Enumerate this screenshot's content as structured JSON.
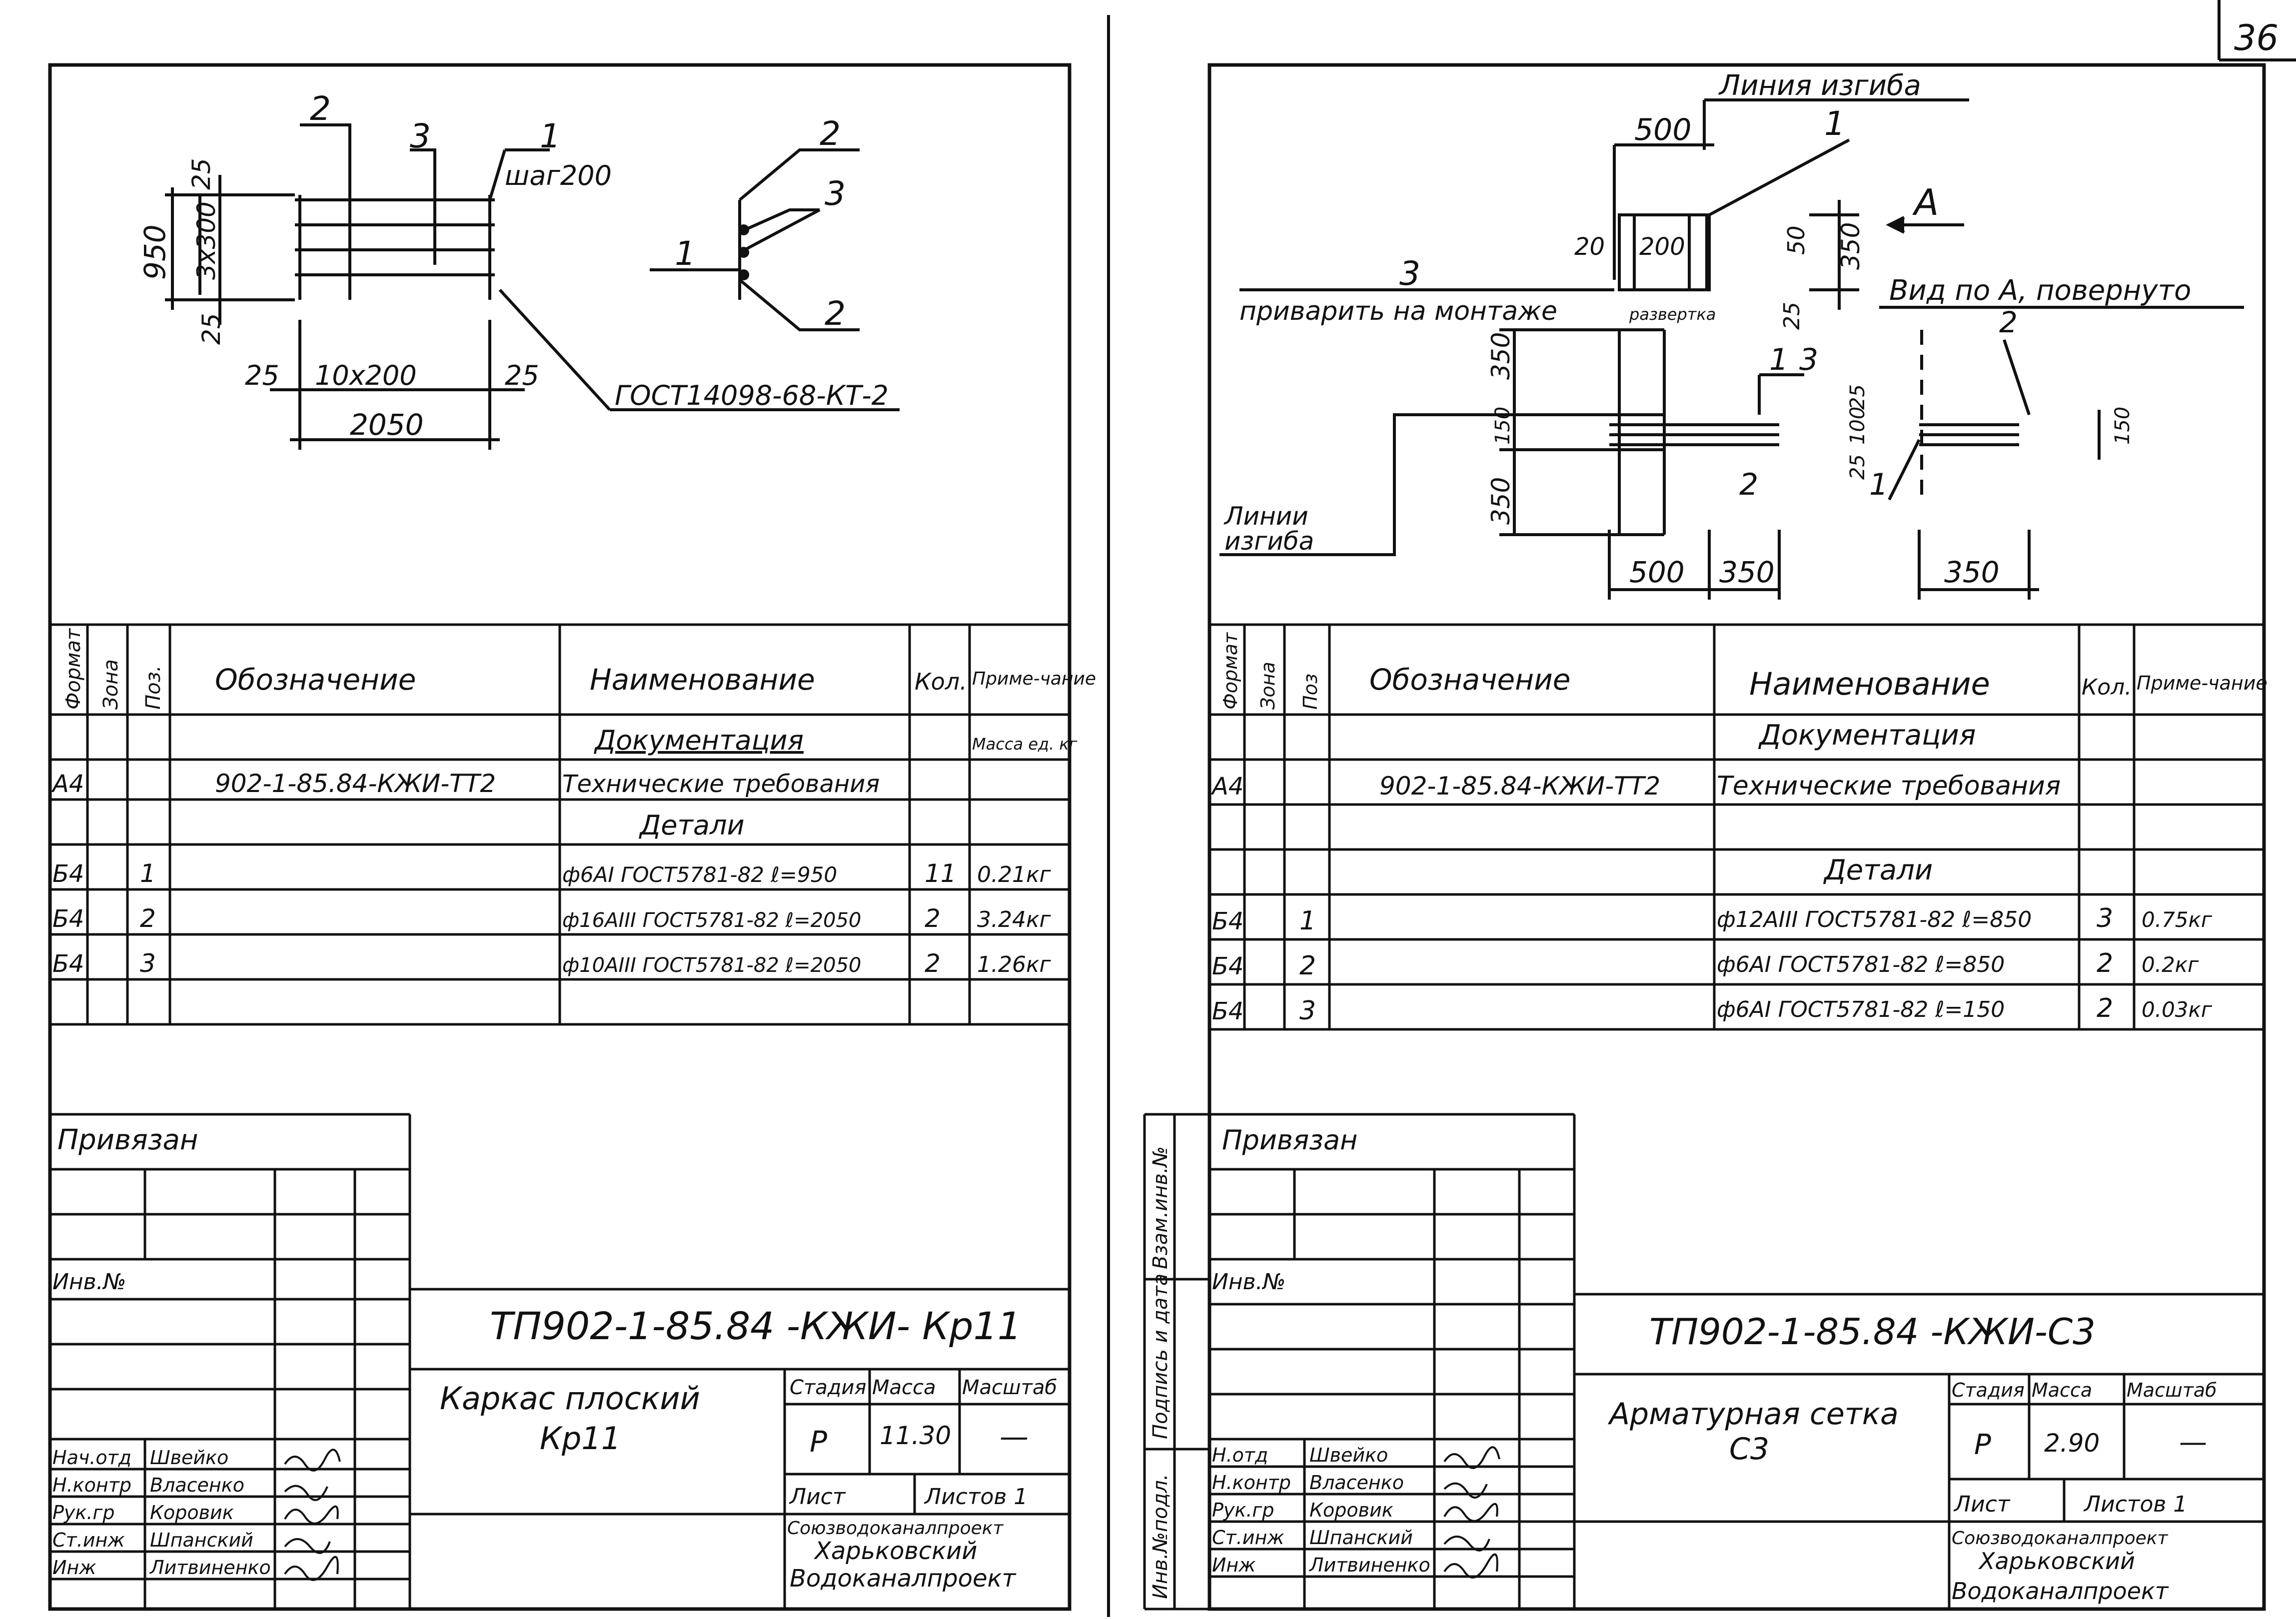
{
  "page_number": "36",
  "left_sheet": {
    "drawing": {
      "labels": {
        "pos1": "1",
        "pos2": "2",
        "pos3": "3",
        "step": "шаг200",
        "dim_950": "950",
        "dim_25a": "25",
        "dim_25b": "25",
        "dim_3x300": "3х300",
        "dim_10x200": "10х200",
        "dim_25c": "25",
        "dim_25d": "25",
        "dim_2050": "2050",
        "gost_weld": "ГОСТ14098-68-КТ-2",
        "sec_1": "1",
        "sec_2a": "2",
        "sec_3": "3",
        "sec_2b": "2"
      }
    },
    "spec": {
      "headers": {
        "format": "Формат",
        "zone": "Зона",
        "pos": "Поз.",
        "designation": "Обозначение",
        "name": "Наименование",
        "qty": "Кол.",
        "note": "Приме-чание"
      },
      "note_extra": "Масса ед. кг",
      "section_docs": "Документация",
      "section_parts": "Детали",
      "rows": [
        {
          "format": "А4",
          "pos": "",
          "designation": "902-1-85.84-КЖИ-ТТ2",
          "name": "Технические требования",
          "qty": "",
          "note": ""
        },
        {
          "format": "Б4",
          "pos": "1",
          "designation": "",
          "name": "ф6АI ГОСТ5781-82 ℓ=950",
          "qty": "11",
          "note": "0.21кг"
        },
        {
          "format": "Б4",
          "pos": "2",
          "designation": "",
          "name": "ф16АIII ГОСТ5781-82 ℓ=2050",
          "qty": "2",
          "note": "3.24кг"
        },
        {
          "format": "Б4",
          "pos": "3",
          "designation": "",
          "name": "ф10АIII ГОСТ5781-82 ℓ=2050",
          "qty": "2",
          "note": "1.26кг"
        }
      ]
    },
    "stamp": {
      "privyazan": "Привязан",
      "inv": "Инв.№",
      "code": "ТП902-1-85.84 -КЖИ- Кр11",
      "title_l1": "Каркас плоский",
      "title_l2": "Кр11",
      "stage_h": "Стадия",
      "mass_h": "Масса",
      "scale_h": "Масштаб",
      "stage": "Р",
      "mass": "11.30",
      "scale": "—",
      "sheet_l": "Лист",
      "sheets_l": "Листов 1",
      "org1": "Союзводоканалпроект",
      "org2": "Харьковский",
      "org3": "Водоканалпроект",
      "roles": [
        "Нач.отд",
        "Н.контр",
        "Рук.гр",
        "Ст.инж",
        "Инж"
      ],
      "names": [
        "Швейко",
        "Власенко",
        "Коровик",
        "Шпанский",
        "Литвиненко"
      ]
    }
  },
  "right_sheet": {
    "drawing": {
      "labels": {
        "bend_line_top": "Линия изгиба",
        "dim_500a": "500",
        "pos1a": "1",
        "arrow_a": "А",
        "dim_20": "20",
        "dim_200": "200",
        "dim_50": "50",
        "dim_350a": "350",
        "pos3": "3",
        "weld_note": "приварить на монтаже",
        "razv": "развертка",
        "dim_25a": "25",
        "view_a": "Вид по А, повернуто",
        "pos2a": "2",
        "dim_350b": "350",
        "dim_150a": "150",
        "dim_350c": "350",
        "pos1b": "1",
        "pos3b": "3",
        "dim_25b": "25",
        "dim_100": "100",
        "dim_25c": "25",
        "pos2b": "2",
        "pos1c": "1",
        "dim_150b": "150",
        "bend_line_bottom_1": "Линии",
        "bend_line_bottom_2": "изгиба",
        "dim_500b": "500",
        "dim_350d": "350",
        "dim_350e": "350"
      }
    },
    "spec": {
      "headers": {
        "format": "Формат",
        "zone": "Зона",
        "pos": "Поз",
        "designation": "Обозначение",
        "name": "Наименование",
        "qty": "Кол.",
        "note": "Приме-чание"
      },
      "section_docs": "Документация",
      "section_parts": "Детали",
      "rows": [
        {
          "format": "А4",
          "pos": "",
          "designation": "902-1-85.84-КЖИ-ТТ2",
          "name": "Технические требования",
          "qty": "",
          "note": ""
        },
        {
          "format": "Б4",
          "pos": "1",
          "designation": "",
          "name": "ф12АIII ГОСТ5781-82 ℓ=850",
          "qty": "3",
          "note": "0.75кг"
        },
        {
          "format": "Б4",
          "pos": "2",
          "designation": "",
          "name": "ф6АI ГОСТ5781-82 ℓ=850",
          "qty": "2",
          "note": "0.2кг"
        },
        {
          "format": "Б4",
          "pos": "3",
          "designation": "",
          "name": "ф6АI ГОСТ5781-82 ℓ=150",
          "qty": "2",
          "note": "0.03кг"
        }
      ]
    },
    "stamp": {
      "privyazan": "Привязан",
      "inv": "Инв.№",
      "side_labels": [
        "Взам.инв.№",
        "Подпись и дата",
        "Инв.№подл."
      ],
      "code": "ТП902-1-85.84 -КЖИ-С3",
      "title_l1": "Арматурная сетка",
      "title_l2": "С3",
      "stage_h": "Стадия",
      "mass_h": "Масса",
      "scale_h": "Масштаб",
      "stage": "Р",
      "mass": "2.90",
      "scale": "—",
      "sheet_l": "Лист",
      "sheets_l": "Листов 1",
      "org1": "Союзводоканалпроект",
      "org2": "Харьковский",
      "org3": "Водоканалпроект",
      "roles": [
        "Н.отд",
        "Н.контр",
        "Рук.гр",
        "Ст.инж",
        "Инж"
      ],
      "names": [
        "Швейко",
        "Власенко",
        "Коровик",
        "Шпанский",
        "Литвиненко"
      ]
    }
  }
}
